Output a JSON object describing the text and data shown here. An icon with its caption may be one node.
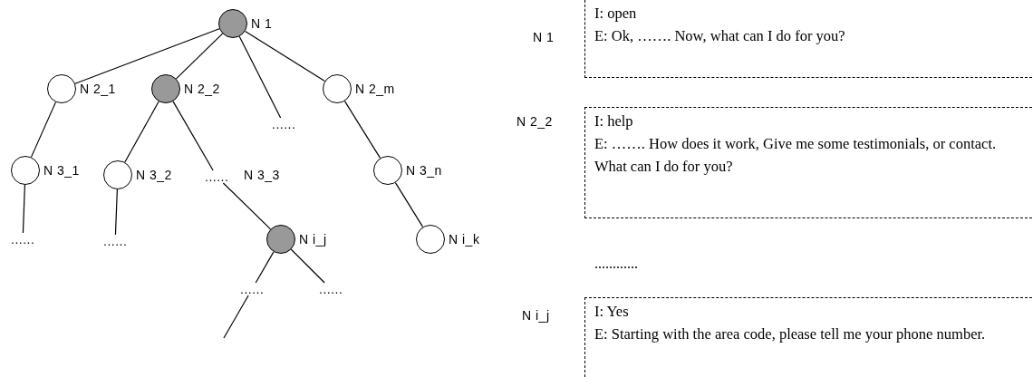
{
  "diagram": {
    "nodes": [
      {
        "text": [],
        "shape": "circle",
        "beside": [
          "N 1"
        ]
      },
      {
        "text": [],
        "shape": "circle",
        "beside": [
          "N 2_1"
        ]
      },
      {
        "text": [],
        "shape": "circle",
        "beside": [
          "N 2_2"
        ]
      },
      {
        "text": [
          "......"
        ]
      },
      {
        "text": [],
        "shape": "circle",
        "beside": [
          "N 2_m"
        ]
      },
      {
        "text": [],
        "shape": "circle",
        "beside": [
          "N 3_1"
        ]
      },
      {
        "text": [],
        "shape": "circle",
        "beside": [
          "N 3_2"
        ]
      },
      {
        "text": [
          "......"
        ],
        "beside": [
          "N 3_3"
        ]
      },
      {
        "text": [],
        "shape": "circle",
        "beside": [
          "N 3_n"
        ]
      },
      {
        "text": [
          "......"
        ]
      },
      {
        "text": [
          "......"
        ]
      },
      {
        "text": [],
        "shape": "circle",
        "beside": [
          "N i_j"
        ]
      },
      {
        "text": [],
        "shape": "circle",
        "beside": [
          "N i_k"
        ]
      },
      {
        "text": [
          "......"
        ]
      },
      {
        "text": [
          "......"
        ]
      },
      {
        "text": [
          "I: open",
          "E: Ok, ……. Now, what can I do for you?"
        ],
        "beside": [
          "N 1"
        ]
      },
      {
        "text": [
          "I: help",
          "E: ……. How does it work, Give me some testimonials, or contact. What can I do for you?"
        ],
        "beside": [
          "N 2_2"
        ]
      },
      {
        "text": [
          "I: Yes",
          "E: Starting with the area code, please tell me your phone number."
        ],
        "beside": [
          "N i_j"
        ]
      }
    ],
    "edges": [
      {
        "from": 0,
        "to": 1,
        "arrow": "none"
      },
      {
        "from": 0,
        "to": 2,
        "arrow": "none"
      },
      {
        "from": 0,
        "to": 3,
        "arrow": "none"
      },
      {
        "from": 0,
        "to": 4,
        "arrow": "none"
      },
      {
        "from": 1,
        "to": 5,
        "arrow": "none"
      },
      {
        "from": 2,
        "to": 6,
        "arrow": "none"
      },
      {
        "from": 2,
        "to": 7,
        "arrow": "none"
      },
      {
        "from": 4,
        "to": 8,
        "arrow": "none"
      },
      {
        "from": 5,
        "to": 9,
        "arrow": "none"
      },
      {
        "from": 6,
        "to": 10,
        "arrow": "none"
      },
      {
        "from": 7,
        "to": 11,
        "arrow": "none"
      },
      {
        "from": 8,
        "to": 12,
        "arrow": "none"
      },
      {
        "from": 11,
        "to": 13,
        "arrow": "none"
      },
      {
        "from": 11,
        "to": 14,
        "arrow": "none"
      },
      {
        "from": 13,
        "to": null,
        "arrow": "none"
      }
    ],
    "labels": [
      "............"
    ]
  }
}
